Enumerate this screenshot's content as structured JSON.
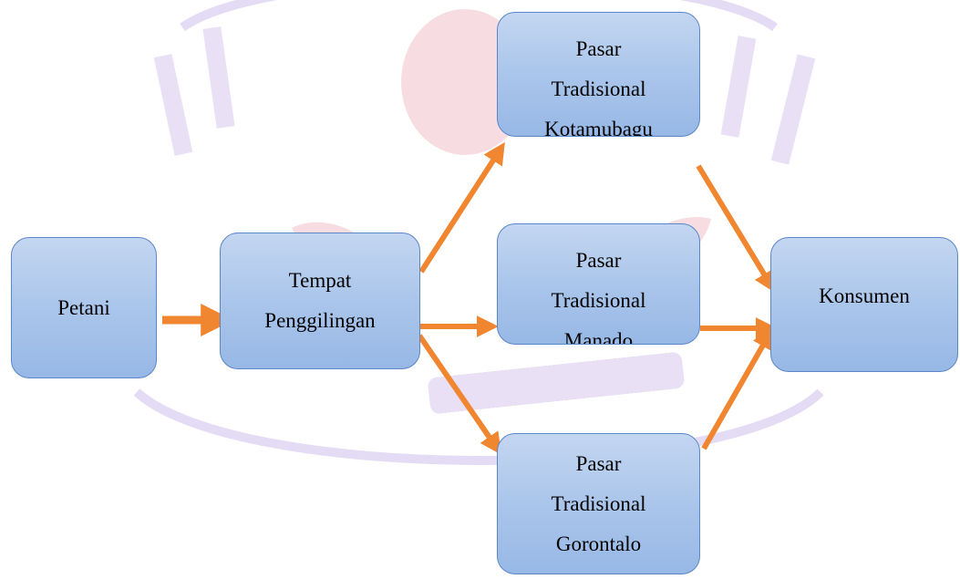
{
  "diagram": {
    "nodes": {
      "petani": {
        "lines": [
          "Petani"
        ]
      },
      "penggilingan": {
        "lines": [
          "Tempat",
          "Penggilingan"
        ]
      },
      "kotamubagu": {
        "lines": [
          "Pasar",
          "Tradisional",
          "Kotamubagu"
        ]
      },
      "manado": {
        "lines": [
          "Pasar",
          "Tradisional",
          "Manado"
        ]
      },
      "gorontalo": {
        "lines": [
          "Pasar",
          "Tradisional",
          "Gorontalo"
        ]
      },
      "konsumen": {
        "lines": [
          "Konsumen"
        ]
      }
    },
    "edges": [
      {
        "from": "petani",
        "to": "penggilingan"
      },
      {
        "from": "penggilingan",
        "to": "kotamubagu"
      },
      {
        "from": "penggilingan",
        "to": "manado"
      },
      {
        "from": "penggilingan",
        "to": "gorontalo"
      },
      {
        "from": "kotamubagu",
        "to": "konsumen"
      },
      {
        "from": "manado",
        "to": "konsumen"
      },
      {
        "from": "gorontalo",
        "to": "konsumen"
      }
    ],
    "colors": {
      "node_fill": "#a8c4ea",
      "node_border": "#5b86c8",
      "arrow": "#f0862f",
      "watermark": "#d5c7ee"
    }
  }
}
